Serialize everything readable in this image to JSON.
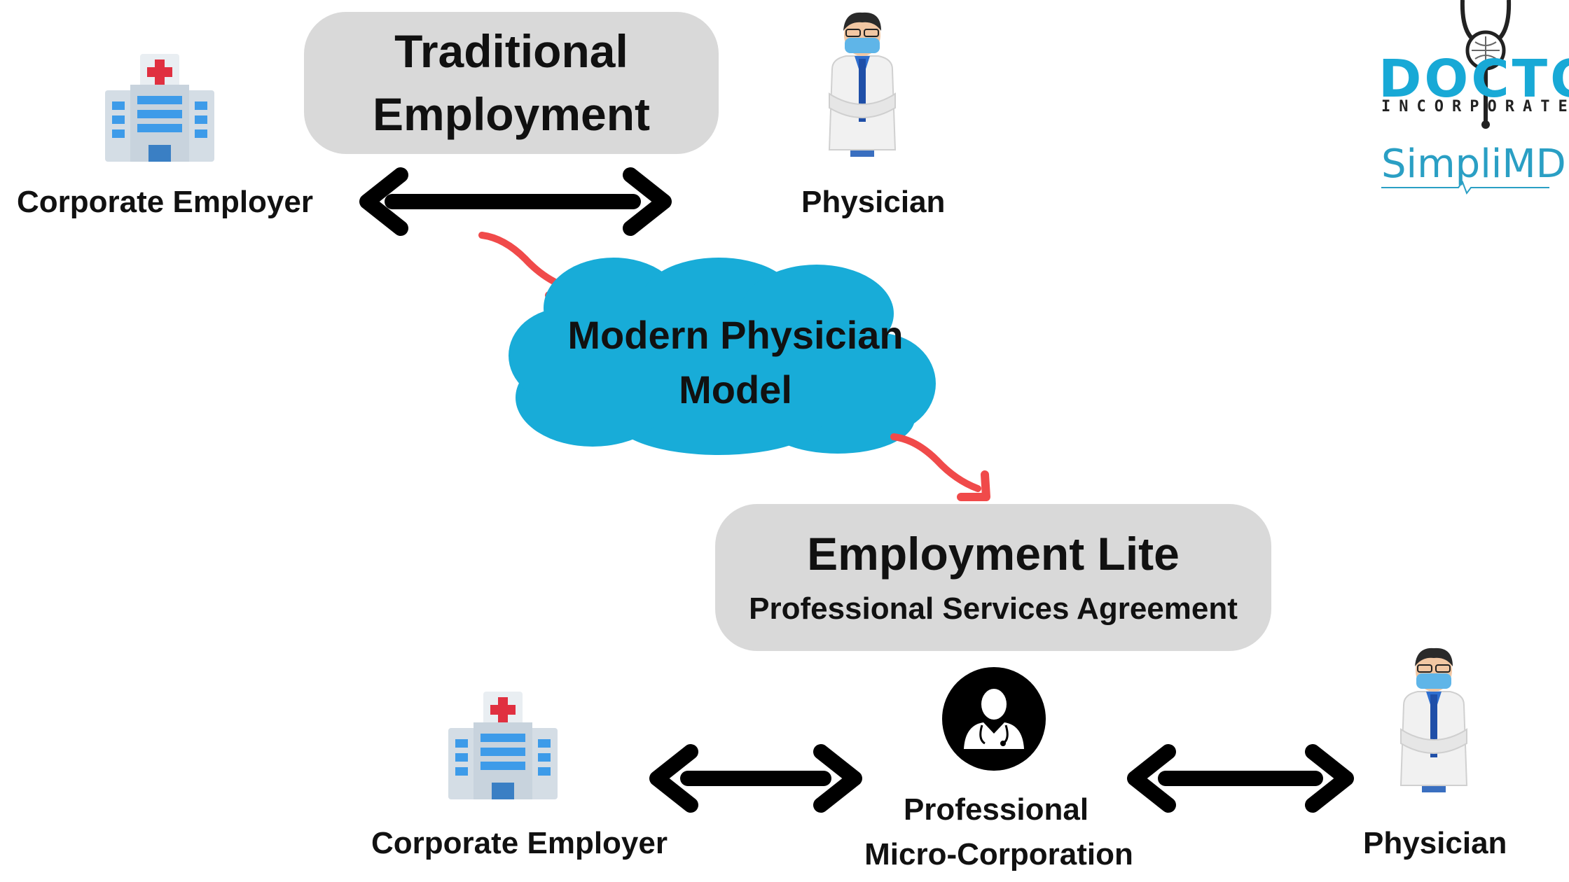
{
  "top": {
    "title_line1": "Traditional",
    "title_line2": "Employment",
    "employer_label": "Corporate Employer",
    "physician_label": "Physician"
  },
  "middle": {
    "line1": "Modern Physician",
    "line2": "Model"
  },
  "bottom": {
    "title": "Employment Lite",
    "subtitle": "Professional Services Agreement",
    "employer_label": "Corporate Employer",
    "corp_line1": "Professional",
    "corp_line2": "Micro-Corporation",
    "physician_label": "Physician"
  },
  "logo": {
    "brand_main": "DOCTOR",
    "brand_sub": "INCORPORATED",
    "brand_second": "SimpliMD"
  },
  "icons": [
    "hospital-icon",
    "doctor-icon",
    "double-arrow-icon",
    "curved-arrow-icon",
    "cloud-shape",
    "doctor-avatar-icon",
    "stethoscope-icon"
  ],
  "colors": {
    "box_gray": "#d9d9d9",
    "cloud_blue": "#18acd8",
    "arrow_black": "#000000",
    "arrow_red": "#f04a4a",
    "brand_blue": "#18a9d6"
  }
}
